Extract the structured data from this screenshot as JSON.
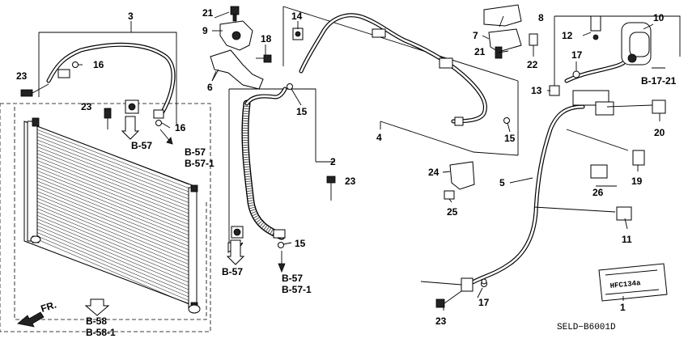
{
  "callouts": {
    "c1": "1",
    "c2": "2",
    "c3": "3",
    "c4": "4",
    "c5": "5",
    "c6": "6",
    "c7": "7",
    "c8": "8",
    "c9": "9",
    "c10": "10",
    "c11": "11",
    "c12": "12",
    "c13": "13",
    "c14": "14",
    "c15a": "15",
    "c15b": "15",
    "c15c": "15",
    "c16a": "16",
    "c16b": "16",
    "c17a": "17",
    "c17b": "17",
    "c18": "18",
    "c19": "19",
    "c20": "20",
    "c21a": "21",
    "c21b": "21",
    "c22": "22",
    "c23a": "23",
    "c23b": "23",
    "c23c": "23",
    "c23d": "23",
    "c24": "24",
    "c25": "25",
    "c26": "26"
  },
  "references": {
    "b57_left": "B-57",
    "b57_top": "B-57",
    "b571_top": "B-57-1",
    "b57_mid": "B-57",
    "b57_bottom": "B-57",
    "b571_bottom": "B-57-1",
    "b58": "B-58",
    "b581": "B-58-1",
    "b1721": "B-17-21"
  },
  "direction_label": "FR.",
  "drawing_code": "SELD−B6001D",
  "label_plate_text": {
    "hfc": "HFC134a"
  }
}
